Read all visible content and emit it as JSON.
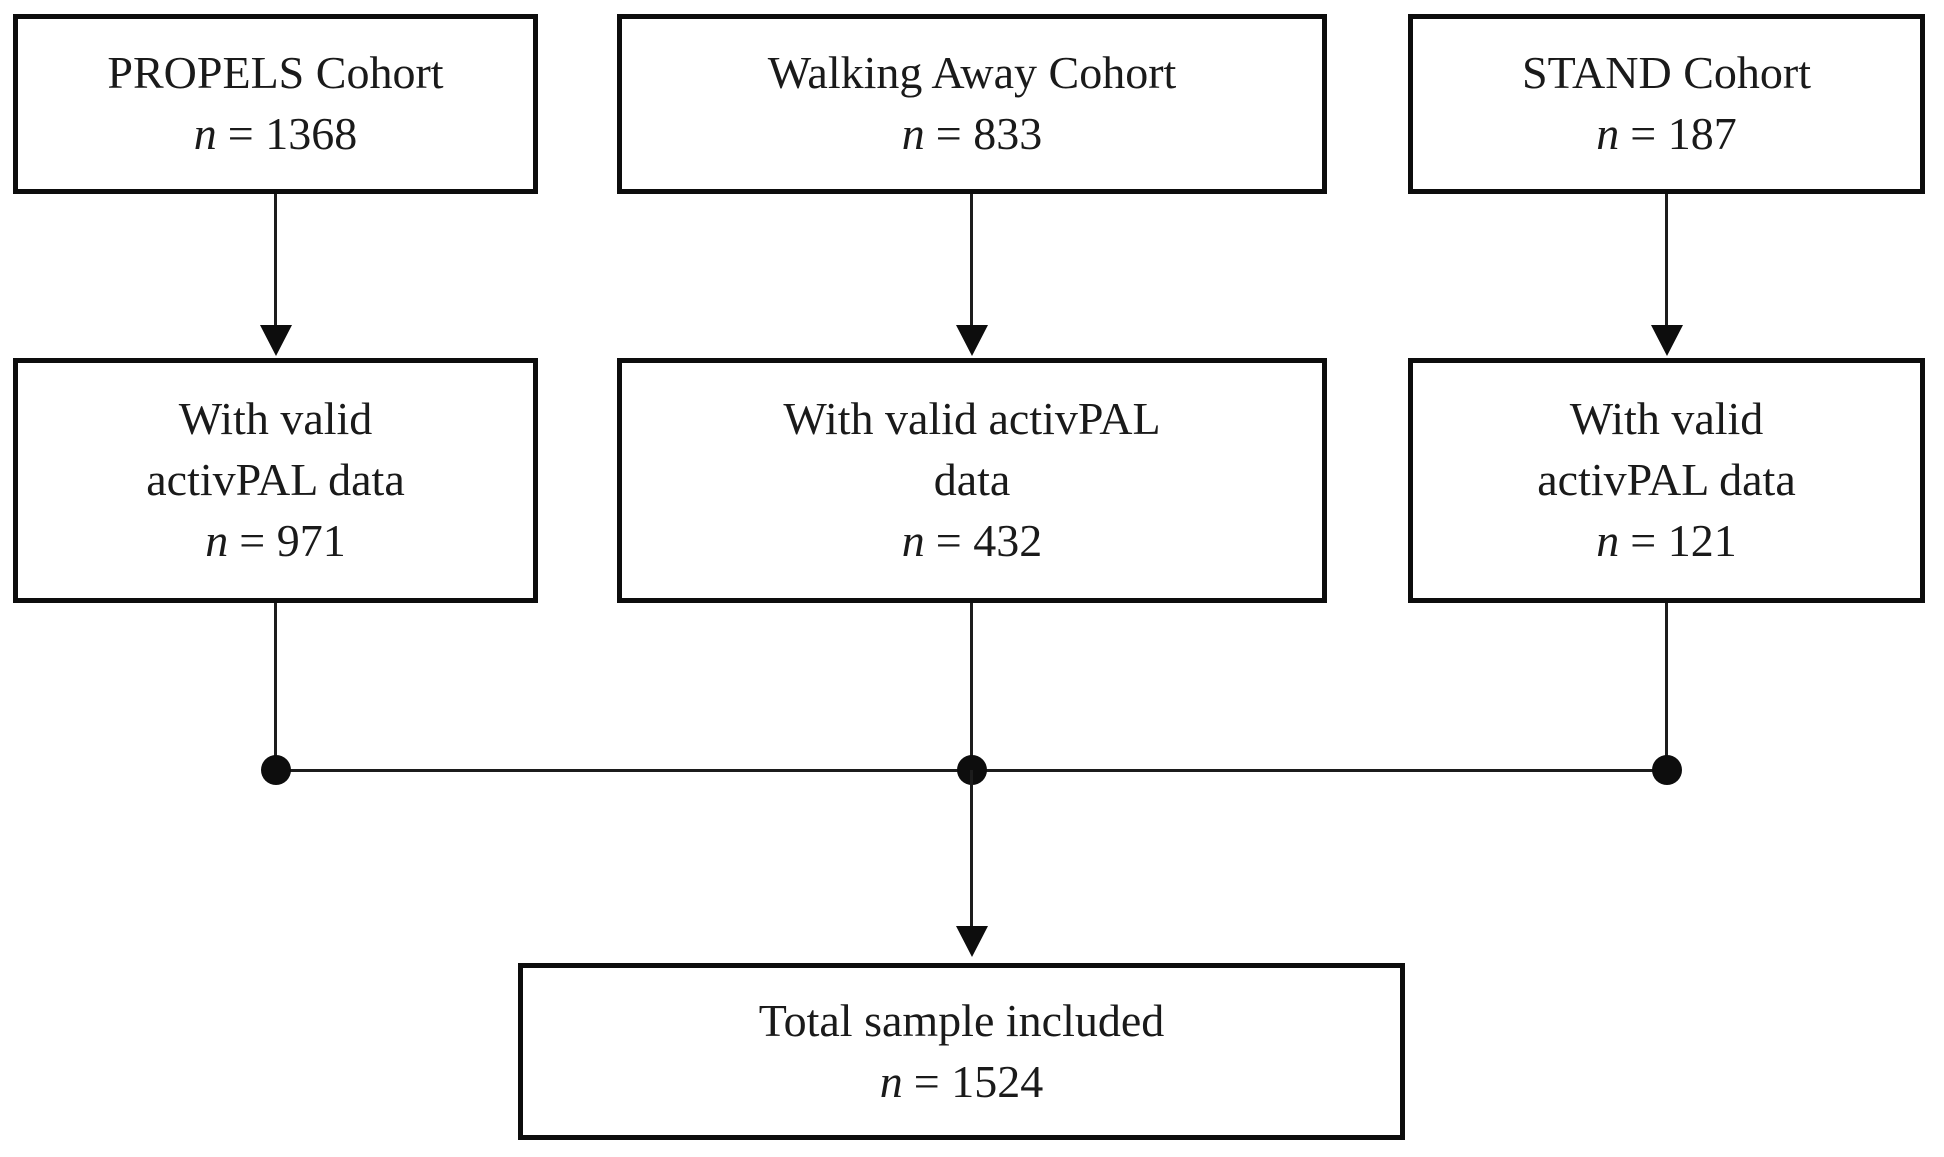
{
  "figure": {
    "cohorts": [
      {
        "id": "propels",
        "title": "PROPELS Cohort",
        "n_italic": "n",
        "n_rest": "= 1368",
        "valid": {
          "line1": "With valid",
          "line2": "activPAL data",
          "n_italic": "n",
          "n_rest": "= 971"
        }
      },
      {
        "id": "walking-away",
        "title": "Walking Away Cohort",
        "n_italic": "n",
        "n_rest": "= 833",
        "valid": {
          "line1": "With valid activPAL",
          "line2": "data",
          "n_italic": "n",
          "n_rest": "= 432"
        }
      },
      {
        "id": "stand",
        "title": "STAND Cohort",
        "n_italic": "n",
        "n_rest": "= 187",
        "valid": {
          "line1": "With valid",
          "line2": "activPAL data",
          "n_italic": "n",
          "n_rest": "= 121"
        }
      }
    ],
    "total": {
      "title": "Total sample included",
      "n_italic": "n",
      "n_rest": "= 1524"
    },
    "colors": {
      "line": "#1c1c1c",
      "border": "#0d0d0d",
      "text": "#1a1a1a",
      "background": "#ffffff"
    }
  }
}
